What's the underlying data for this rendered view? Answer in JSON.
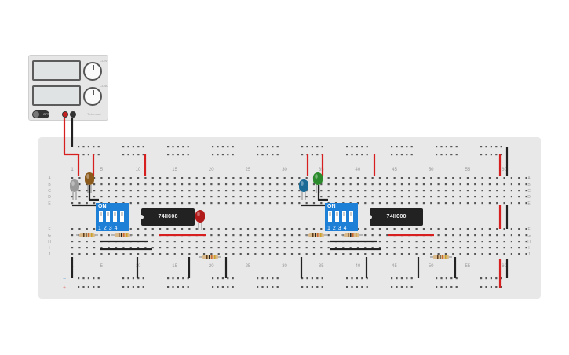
{
  "power_supply": {
    "knob_label_top": "CC/V",
    "knob_label_bottom": "CC/A",
    "switch_label": "OFF",
    "brand": "Tinkercad"
  },
  "breadboard": {
    "column_numbers": [
      "1",
      "5",
      "10",
      "15",
      "20",
      "25",
      "30",
      "35",
      "40",
      "45",
      "50",
      "55",
      "60"
    ],
    "row_letters_top": [
      "A",
      "B",
      "C",
      "D",
      "E"
    ],
    "row_letters_bottom": [
      "F",
      "G",
      "H",
      "I",
      "J"
    ],
    "rail_minus": "−",
    "rail_plus": "+"
  },
  "components": {
    "chip_left": {
      "label": "74HC08"
    },
    "chip_right": {
      "label": "74HC00"
    },
    "dip_left": {
      "on_label": "ON",
      "numbers": "1234"
    },
    "dip_right": {
      "on_label": "ON",
      "numbers": "1234"
    },
    "leds": [
      {
        "name": "led-gray",
        "color": "#9a9a9a"
      },
      {
        "name": "led-brown",
        "color": "#8b5a1b"
      },
      {
        "name": "led-red",
        "color": "#b01a1a"
      },
      {
        "name": "led-blue",
        "color": "#1c6b96"
      },
      {
        "name": "led-green",
        "color": "#2b8a2b"
      }
    ],
    "wire_colors": {
      "red": "#d81f1f",
      "black": "#222222"
    },
    "resistor_color": "#d9b98a"
  }
}
